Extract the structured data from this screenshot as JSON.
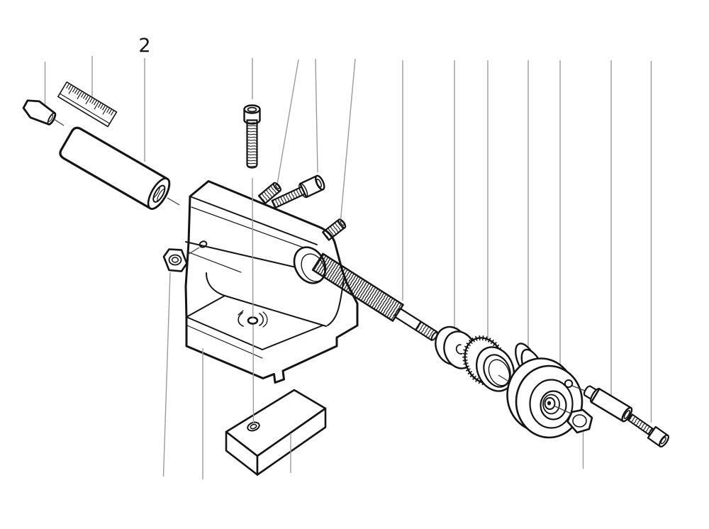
{
  "diagram": {
    "type": "exploded-parts-technical-drawing",
    "subject": "lathe-tailstock-assembly",
    "background_color": "#ffffff",
    "stroke_color": "#141414",
    "leader_line_color": "#9b9b9b",
    "callout": {
      "label": "2"
    }
  }
}
